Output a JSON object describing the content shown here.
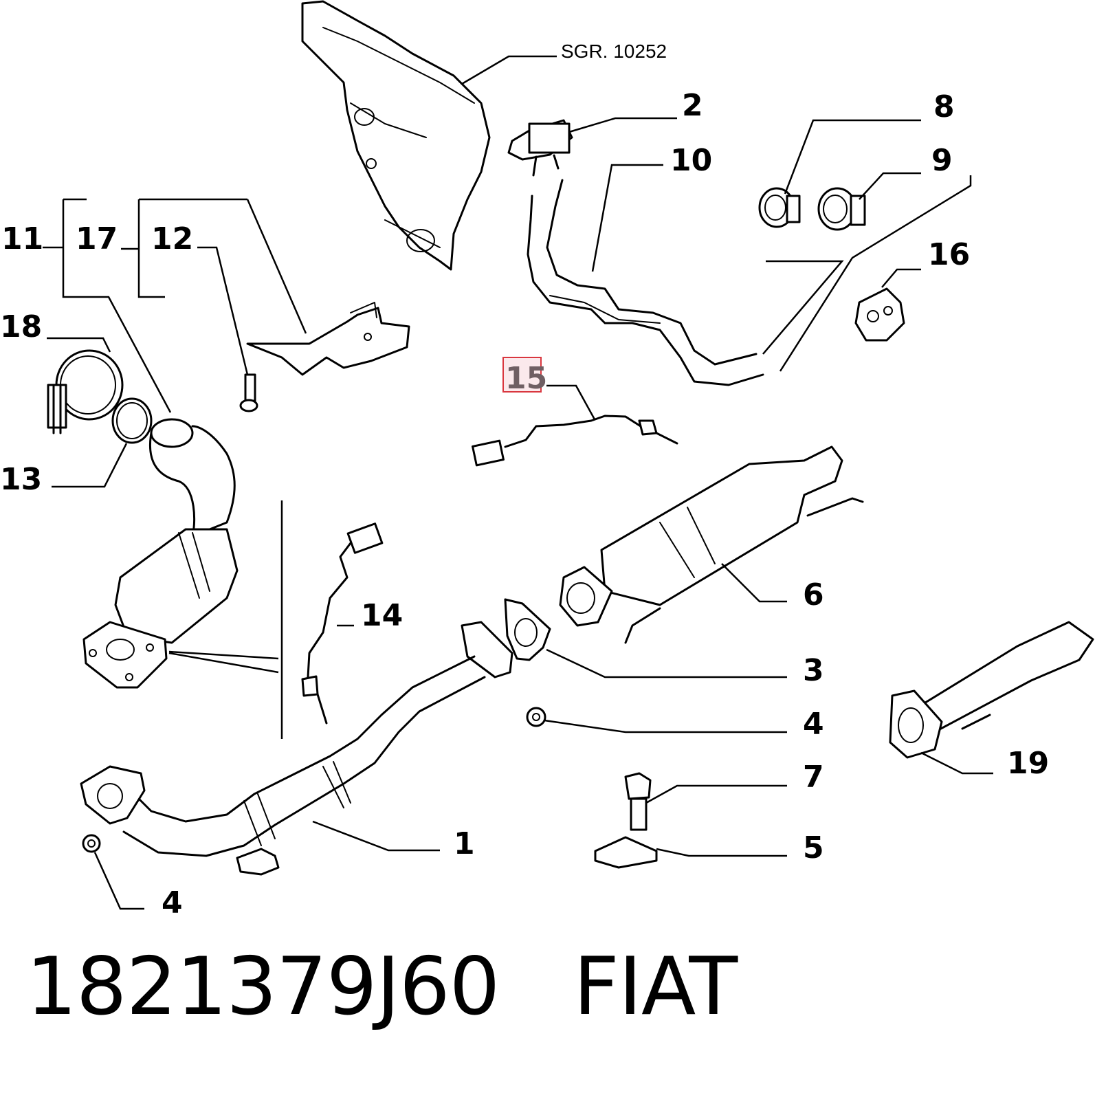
{
  "diagram": {
    "ref_label": "SGR. 10252",
    "callouts": {
      "c1": "1",
      "c2": "2",
      "c3": "3",
      "c4a": "4",
      "c4b": "4",
      "c5": "5",
      "c6": "6",
      "c7": "7",
      "c8": "8",
      "c9": "9",
      "c10": "10",
      "c11": "11",
      "c12": "12",
      "c13": "13",
      "c14": "14",
      "c16": "16",
      "c17": "17",
      "c18": "18",
      "c19": "19"
    },
    "highlighted_callout": "15",
    "highlight_color": "#d9373f"
  },
  "footer": {
    "part_number": "1821379J60",
    "brand": "FIAT"
  }
}
